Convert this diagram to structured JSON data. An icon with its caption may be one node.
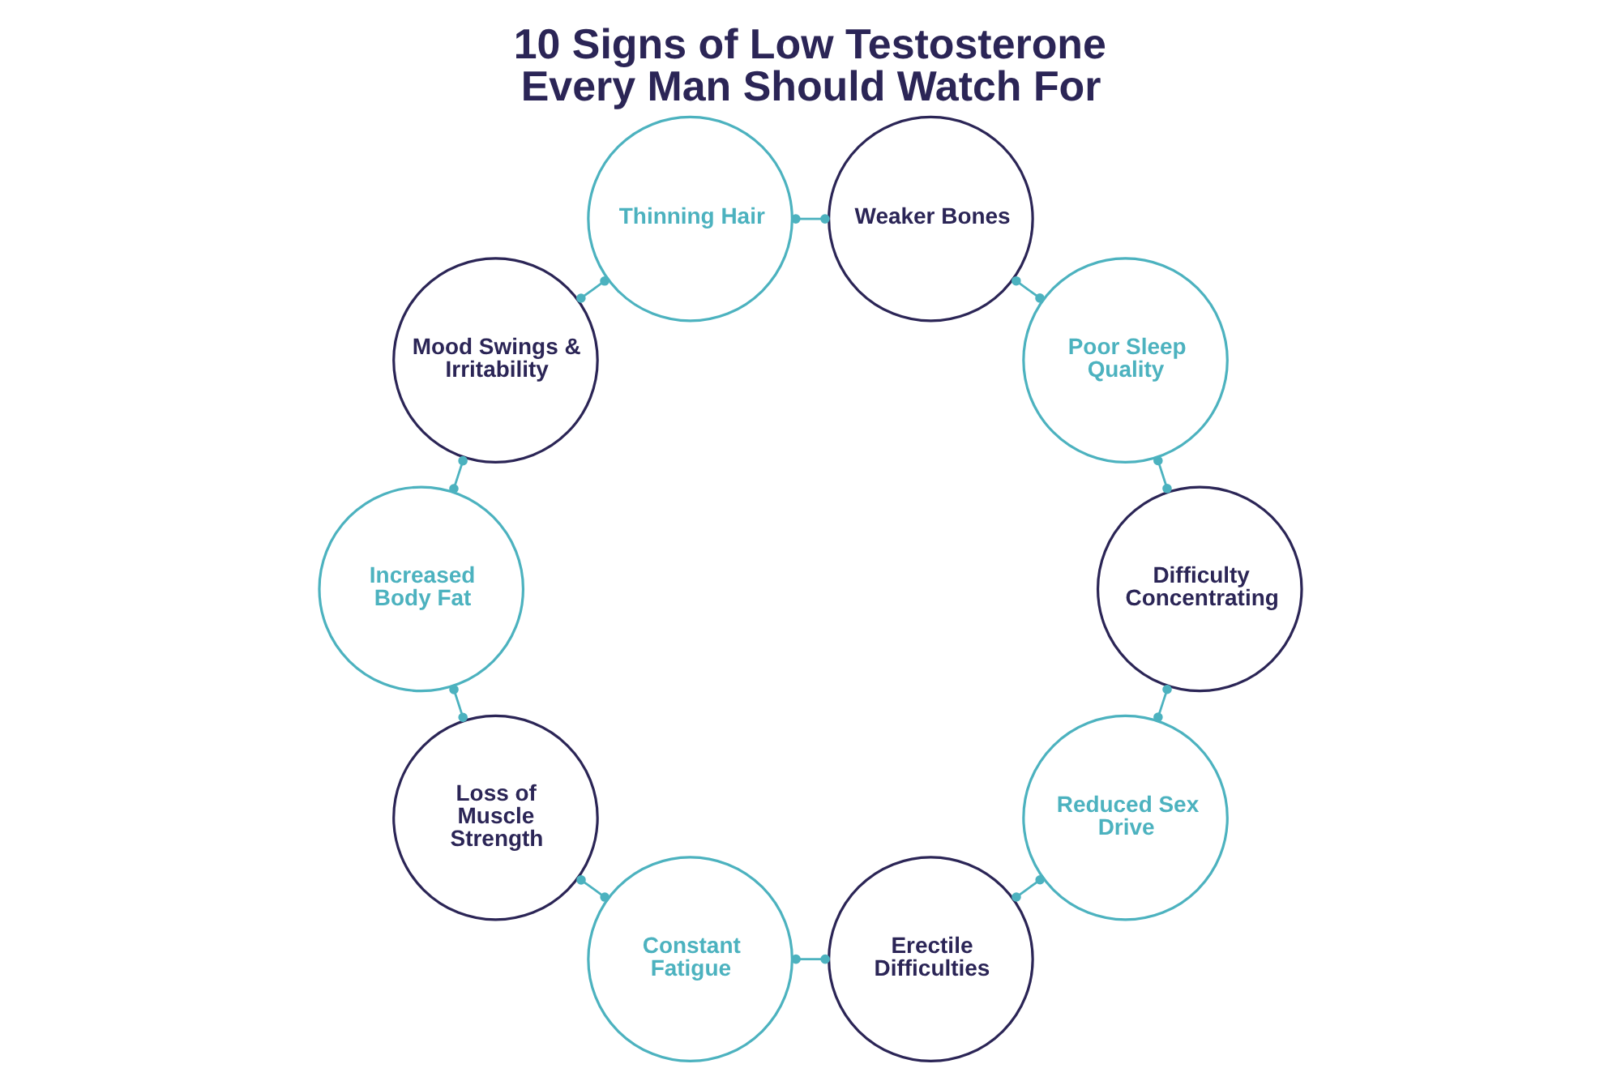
{
  "diagram": {
    "title": "10 Signs of Low Testosterone Every Man Should Watch For",
    "nodes": [
      {
        "text": [
          "Reduced Sex Drive"
        ]
      },
      {
        "text": [
          "Erectile Difficulties"
        ]
      },
      {
        "text": [
          "Constant Fatigue"
        ]
      },
      {
        "text": [
          "Loss of Muscle Strength"
        ]
      },
      {
        "text": [
          "Increased Body Fat"
        ]
      },
      {
        "text": [
          "Mood Swings & Irritability"
        ]
      },
      {
        "text": [
          "Thinning Hair"
        ]
      },
      {
        "text": [
          "Weaker Bones"
        ]
      },
      {
        "text": [
          "Poor Sleep Quality"
        ]
      },
      {
        "text": [
          "Difficulty Concentrating"
        ]
      }
    ],
    "edges": [
      {
        "from": 0,
        "to": 1,
        "arrow": "other"
      },
      {
        "from": 1,
        "to": 2,
        "arrow": "other"
      },
      {
        "from": 2,
        "to": 3,
        "arrow": "other"
      },
      {
        "from": 3,
        "to": 4,
        "arrow": "other"
      },
      {
        "from": 4,
        "to": 5,
        "arrow": "other"
      },
      {
        "from": 5,
        "to": 6,
        "arrow": "other"
      },
      {
        "from": 6,
        "to": 7,
        "arrow": "other"
      },
      {
        "from": 7,
        "to": 8,
        "arrow": "other"
      },
      {
        "from": 8,
        "to": 9,
        "arrow": "other"
      },
      {
        "from": 9,
        "to": 0,
        "arrow": "other"
      }
    ]
  }
}
